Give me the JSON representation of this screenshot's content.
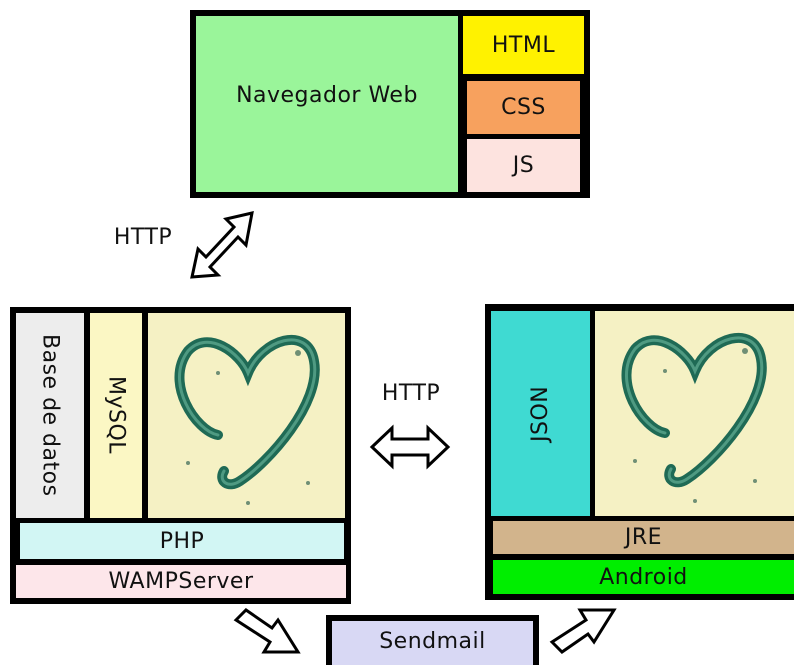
{
  "browser": {
    "title": "Navegador Web",
    "html": "HTML",
    "css": "CSS",
    "js": "JS"
  },
  "server": {
    "database": "Base de datos",
    "mysql": "MySQL",
    "php": "PHP",
    "wamp": "WAMPServer",
    "image": "heart-drawing"
  },
  "mobile": {
    "json": "JSON",
    "jre": "JRE",
    "android": "Android",
    "image": "heart-drawing"
  },
  "connections": {
    "browser_server": "HTTP",
    "server_mobile": "HTTP"
  },
  "mail": {
    "label": "Sendmail"
  },
  "colors": {
    "browser_bg": "#9af59a",
    "html": "#fff200",
    "css": "#f7a15e",
    "js": "#fde3df",
    "database": "#ededed",
    "mysql": "#fbf7c4",
    "php": "#d2f6f4",
    "wamp": "#fde6ea",
    "json": "#3fdad2",
    "jre": "#d2b48c",
    "android": "#00ee00",
    "sendmail": "#d8d8f4"
  }
}
